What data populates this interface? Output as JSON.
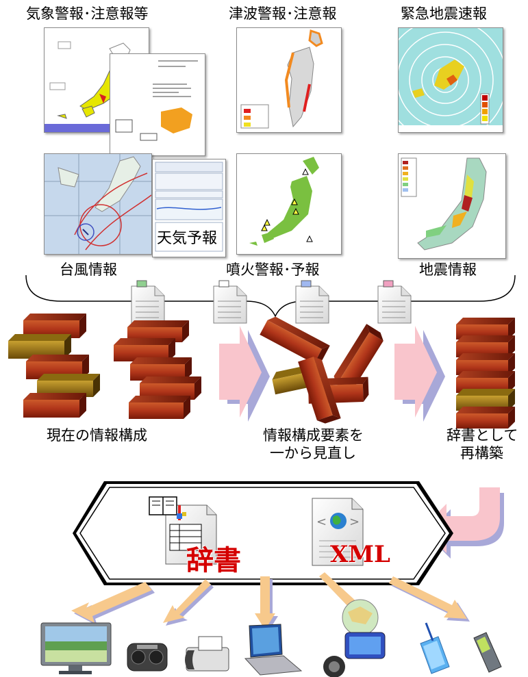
{
  "top_labels": {
    "weather_warning": "気象警報･注意報等",
    "tsunami_warning": "津波警報･注意報",
    "eew": "緊急地震速報",
    "forecast_overlay": "天気予報",
    "typhoon": "台風情報",
    "volcano": "噴火警報･予報",
    "earthquake": "地震情報"
  },
  "process_labels": {
    "current": "現在の情報構成",
    "review_1": "情報構成要素を",
    "review_2": "一から見直し",
    "rebuild_1": "辞書として",
    "rebuild_2": "再構築"
  },
  "hexagon": {
    "dictionary": "辞書",
    "xml": "XML"
  },
  "colors": {
    "brick": "#b8401a",
    "brick_dark": "#6b1a08",
    "olive_brick": "#9a7a18",
    "arrow_pink": "#f9c5cc",
    "arrow_shadow": "#a8a8d8",
    "devices_arrow": "#f7c98c"
  }
}
